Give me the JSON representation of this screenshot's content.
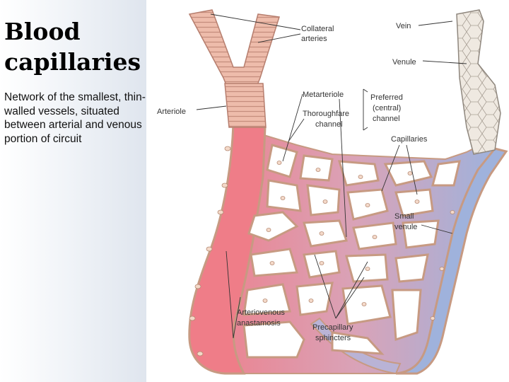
{
  "slide": {
    "title": "Blood capillaries",
    "body": "Network of the smallest, thin- walled vessels, situated between arterial and venous portion of circuit"
  },
  "diagram": {
    "labels": {
      "collateral_arteries": [
        "Collateral",
        "arteries"
      ],
      "vein": "Vein",
      "venule": "Venule",
      "arteriole": "Arteriole",
      "metarteriole": "Metarteriole",
      "thoroughfare_channel": [
        "Thoroughfare",
        "channel"
      ],
      "preferred_channel": [
        "Preferred",
        "(central)",
        "channel"
      ],
      "capillaries": "Capillaries",
      "small_venule": [
        "Small",
        "venule"
      ],
      "arteriovenous_anastamosis": [
        "Arteriovenous",
        "anastamosis"
      ],
      "precapillary_sphincters": [
        "Precapillary",
        "sphincters"
      ]
    },
    "colors": {
      "artery": "#ef7d88",
      "vein": "#9fb2dc",
      "vessel_wall": "#c79a82",
      "artery_wall": "#e8b8a6",
      "vein_wall": "#ddd6cc"
    }
  }
}
